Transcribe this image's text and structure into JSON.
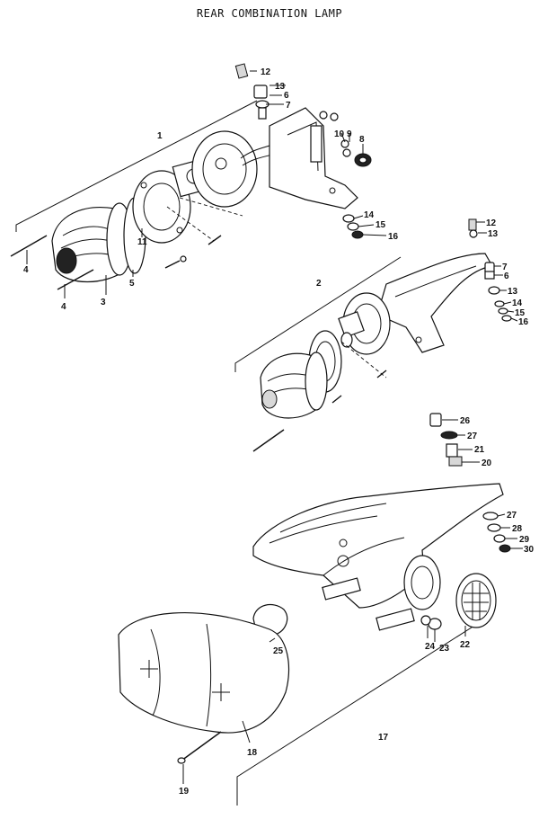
{
  "title": "REAR COMBINATION LAMP",
  "callouts": {
    "c1": "1",
    "c2": "2",
    "c3": "3",
    "c4a": "4",
    "c4b": "4",
    "c5": "5",
    "c6a": "6",
    "c7a": "7",
    "c8": "8",
    "c9": "9",
    "c10": "10",
    "c11": "11",
    "c12a": "12",
    "c13a": "13",
    "c14a": "14",
    "c15a": "15",
    "c16a": "16",
    "c12b": "12",
    "c13b": "13",
    "c7b": "7",
    "c6b": "6",
    "c13c": "13",
    "c14b": "14",
    "c15b": "15",
    "c16b": "16",
    "c17": "17",
    "c18": "18",
    "c19": "19",
    "c20": "20",
    "c21": "21",
    "c22": "22",
    "c23": "23",
    "c24": "24",
    "c25": "25",
    "c26": "26",
    "c27a": "27",
    "c27b": "27",
    "c28": "28",
    "c29": "29",
    "c30": "30"
  }
}
